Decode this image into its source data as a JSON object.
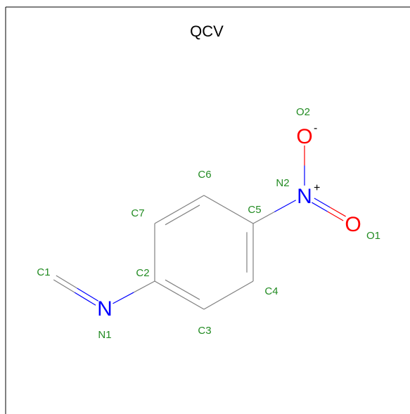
{
  "title": "QCV",
  "colors": {
    "label": "#228B22",
    "nitrogen": "#0000FF",
    "oxygen": "#FF0000",
    "bond": "#808080",
    "frame": "#000000"
  },
  "atoms": [
    {
      "id": "C1",
      "label": "C1",
      "symbol": ""
    },
    {
      "id": "C2",
      "label": "C2",
      "symbol": ""
    },
    {
      "id": "C3",
      "label": "C3",
      "symbol": ""
    },
    {
      "id": "C4",
      "label": "C4",
      "symbol": ""
    },
    {
      "id": "C5",
      "label": "C5",
      "symbol": ""
    },
    {
      "id": "C6",
      "label": "C6",
      "symbol": ""
    },
    {
      "id": "C7",
      "label": "C7",
      "symbol": ""
    },
    {
      "id": "N1",
      "label": "N1",
      "symbol": "N"
    },
    {
      "id": "N2",
      "label": "N2",
      "symbol": "N",
      "charge": "+"
    },
    {
      "id": "O1",
      "label": "O1",
      "symbol": "O"
    },
    {
      "id": "O2",
      "label": "O2",
      "symbol": "O",
      "charge": "-"
    }
  ],
  "bonds": [
    {
      "from": "C1",
      "to": "N1",
      "order": 2
    },
    {
      "from": "N1",
      "to": "C2",
      "order": 1
    },
    {
      "from": "C2",
      "to": "C3",
      "order": 2
    },
    {
      "from": "C3",
      "to": "C4",
      "order": 1
    },
    {
      "from": "C4",
      "to": "C5",
      "order": 2
    },
    {
      "from": "C5",
      "to": "C6",
      "order": 1
    },
    {
      "from": "C6",
      "to": "C7",
      "order": 2
    },
    {
      "from": "C7",
      "to": "C2",
      "order": 1
    },
    {
      "from": "C5",
      "to": "N2",
      "order": 1
    },
    {
      "from": "N2",
      "to": "O1",
      "order": 2
    },
    {
      "from": "N2",
      "to": "O2",
      "order": 1
    }
  ]
}
